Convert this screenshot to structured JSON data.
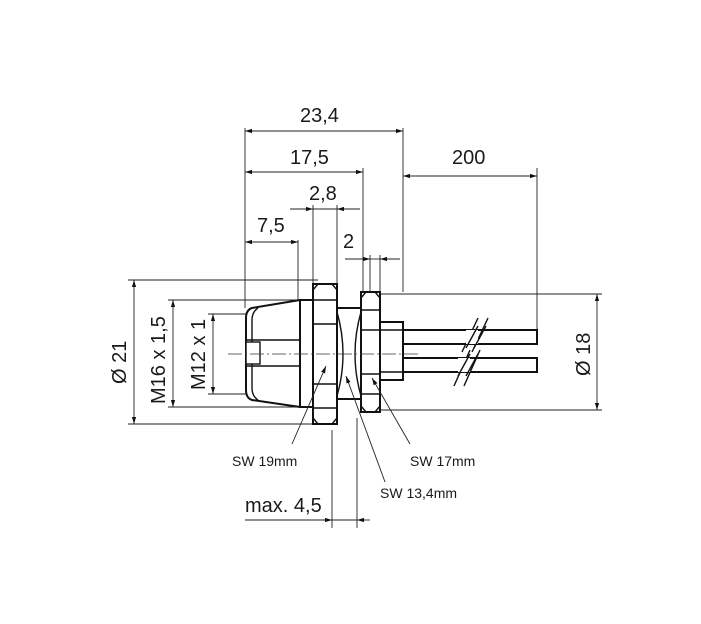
{
  "dimensions": {
    "overall_length": "23,4",
    "body_length": "17,5",
    "cable_length": "200",
    "flange": "2,8",
    "socket_depth": "7,5",
    "nut_gap": "2",
    "max_panel": "max. 4,5"
  },
  "diameters": {
    "outer": "Ø 21",
    "thread_outer": "M16 x 1,5",
    "thread_inner": "M12 x 1",
    "rear": "Ø 18"
  },
  "wrench_sizes": {
    "front": "SW 19mm",
    "rear": "SW 17mm",
    "middle": "SW 13,4mm"
  }
}
